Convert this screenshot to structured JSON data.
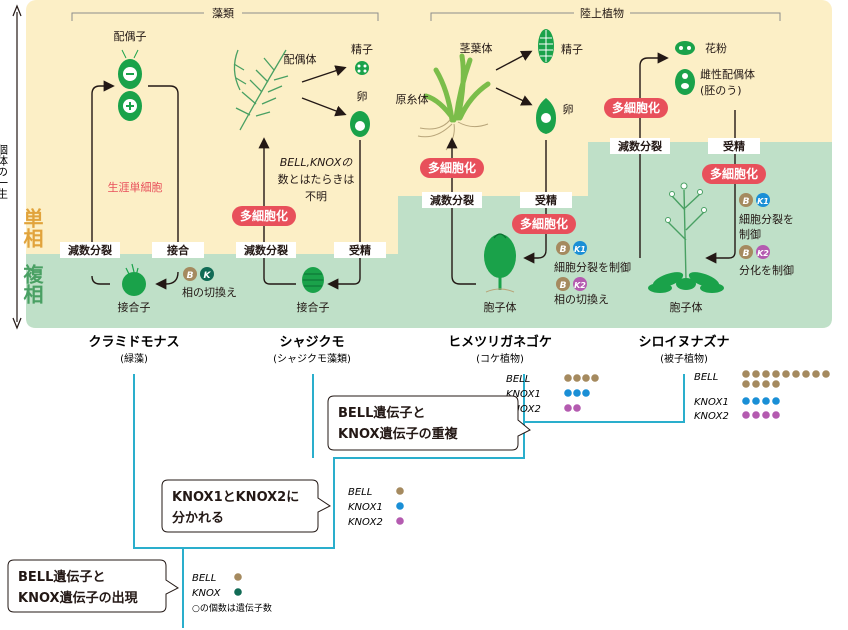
{
  "axis": {
    "top_label": "個体の一生",
    "haploid": "単相",
    "diploid": "複相"
  },
  "groups": {
    "algae": "藻類",
    "land_plants": "陸上植物"
  },
  "labels": {
    "gamete": "配偶子",
    "lifelong_unicellular": "生涯単細胞",
    "meiosis": "減数分裂",
    "conjugation": "接合",
    "zygote": "接合子",
    "phase_switch": "相の切換え",
    "gametophyte": "配偶体",
    "sperm": "精子",
    "egg": "卵",
    "bell_knox_note_1": "BELL,KNOXの",
    "bell_knox_note_2": "数とはたらきは",
    "bell_knox_note_3": "不明",
    "multicellularization": "多細胞化",
    "fertilization": "受精",
    "gametophore": "茎葉体",
    "protonema": "原糸体",
    "sporophyte": "胞子体",
    "cell_division_control": "細胞分裂を制御",
    "pollen": "花粉",
    "female_gametophyte_1": "雌性配偶体",
    "female_gametophyte_2": "(胚のう)",
    "cell_division_control_2a": "細胞分裂を",
    "cell_division_control_2b": "制御",
    "differentiation_control": "分化を制御"
  },
  "badges": {
    "b": "B",
    "k": "K",
    "k1": "K1",
    "k2": "K2"
  },
  "species": [
    {
      "name": "クラミドモナス",
      "group": "(緑藻)"
    },
    {
      "name": "シャジクモ",
      "group": "(シャジクモ藻類)"
    },
    {
      "name": "ヒメツリガネゴケ",
      "group": "(コケ植物)"
    },
    {
      "name": "シロイヌナズナ",
      "group": "(被子植物)"
    }
  ],
  "genes": {
    "bell": "BELL",
    "knox": "KNOX",
    "knox1": "KNOX1",
    "knox2": "KNOX2",
    "legend": "○の個数は遺伝子数"
  },
  "gene_counts": {
    "root": {
      "BELL": 1,
      "KNOX": 1
    },
    "split_node": {
      "BELL": 1,
      "KNOX1": 1,
      "KNOX2": 1
    },
    "moss": {
      "BELL": 4,
      "KNOX1": 3,
      "KNOX2": 2
    },
    "arabidopsis": {
      "BELL": 13,
      "KNOX1": 4,
      "KNOX2": 4
    }
  },
  "events": {
    "emergence_1": "BELL遺伝子と",
    "emergence_2": "KNOX遺伝子の出現",
    "split_1": "KNOX1とKNOX2に",
    "split_2": "分かれる",
    "dup_1": "BELL遺伝子と",
    "dup_2": "KNOX遺伝子の重複"
  },
  "colors": {
    "haploid_bg": "#fcefc6",
    "diploid_bg": "#bfe0c8",
    "accent_red": "#e8505b",
    "bell_dot": "#a58a5f",
    "knox_dot": "#116b55",
    "knox1_dot": "#1a8fd6",
    "knox2_dot": "#b45bb0",
    "tree_line": "#2aaecc",
    "cell_green": "#1aa24a"
  }
}
